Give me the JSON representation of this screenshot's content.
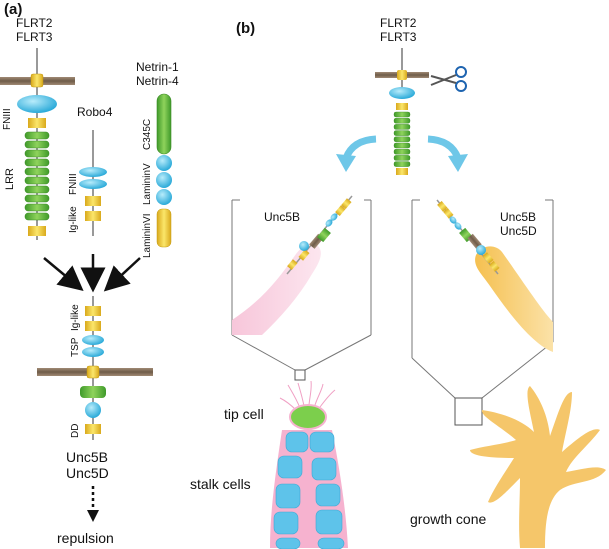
{
  "panel_a": {
    "label": "(a)",
    "flrt_title": [
      "FLRT2",
      "FLRT3"
    ],
    "flrt_domains": {
      "fniii": "FNIII",
      "lrr": "LRR"
    },
    "robo4_title": "Robo4",
    "robo4_domains": {
      "fniii": "FNIII",
      "iglike": "Ig-like"
    },
    "netrin_title": [
      "Netrin-1",
      "Netrin-4"
    ],
    "netrin_domains": {
      "c345c": "C345C",
      "lamininv": "LamininV",
      "lamininvi": "LamininVI"
    },
    "unc5_domains": {
      "iglike": "Ig-like",
      "tsp": "TSP",
      "dd": "DD"
    },
    "unc5_title": [
      "Unc5B",
      "Unc5D"
    ],
    "outcome": "repulsion"
  },
  "panel_b": {
    "label": "(b)",
    "flrt_title": [
      "FLRT2",
      "FLRT3"
    ],
    "left_receptor": "Unc5B",
    "right_receptor": [
      "Unc5B",
      "Unc5D"
    ],
    "tip_cell": "tip cell",
    "stalk_cells": "stalk cells",
    "growth_cone": "growth cone"
  },
  "colors": {
    "membrane": "#8a7560",
    "ecd_blue": "#39b5e0",
    "lrr_green": "#5db83c",
    "yellow": "#f1d234",
    "endothelial_pink": "#f3b7cf",
    "neuron_orange": "#f5c35a"
  }
}
